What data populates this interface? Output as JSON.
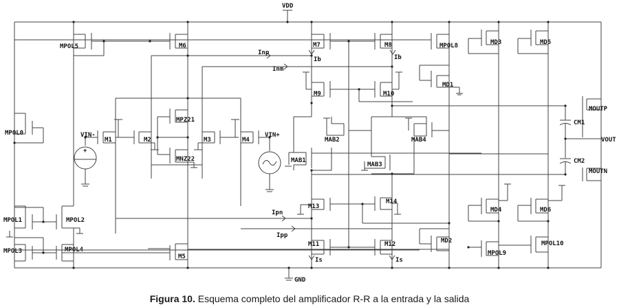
{
  "figure": {
    "caption_label": "Figura 10.",
    "caption_text": " Esquema completo del amplificador R-R a la entrada y la salida"
  },
  "supply": {
    "vdd": "VDD",
    "gnd": "GND",
    "vdd_small": "vdd"
  },
  "inputs": {
    "vin_minus": "VIN-",
    "vin_plus": "VIN+"
  },
  "output": {
    "vout": "VOUT"
  },
  "transistors": {
    "MPOL5": "MPOL5",
    "M6": "M6",
    "M7": "M7",
    "M8": "M8",
    "MPOL8": "MPOL8",
    "MD3": "MD3",
    "MD5": "MD5",
    "MD1": "MD1",
    "M9": "M9",
    "M10": "M10",
    "MPOL0": "MPOL0",
    "M1": "M1",
    "M2": "M2",
    "M3": "M3",
    "M4": "M4",
    "MPZ21": "MPZ21",
    "MNZ22": "MNZ22",
    "MAB1": "MAB1",
    "MAB2": "MAB2",
    "MAB3": "MAB3",
    "MAB4": "MAB4",
    "MOUTP": "MOUTP",
    "MOUTN": "MOUTN",
    "MPOL1": "MPOL1",
    "MPOL2": "MPOL2",
    "MPOL3": "MPOL3",
    "MPOL4": "MPOL4",
    "M5": "M5",
    "M13": "M13",
    "M14": "M14",
    "M11": "M11",
    "M12": "M12",
    "MD2": "MD2",
    "MD4": "MD4",
    "MD6": "MD6",
    "MPOL9": "MPOL9",
    "MPOL10": "MPOL10"
  },
  "capacitors": {
    "CM1": "CM1",
    "CM2": "CM2"
  },
  "currents": {
    "Inp": "Inp",
    "Inm": "Inm",
    "Ib_left": "Ib",
    "Ib_right": "Ib",
    "Ipn": "Ipn",
    "Ipp": "Ipp",
    "Is_left": "Is",
    "Is_right": "Is"
  }
}
